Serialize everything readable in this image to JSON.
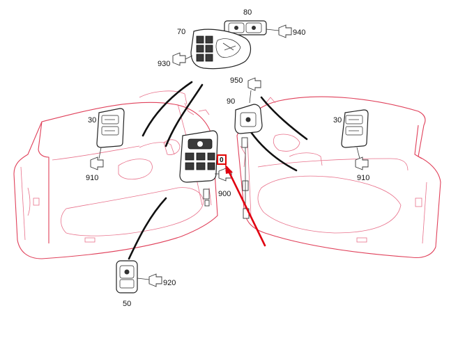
{
  "colors": {
    "door_outline": "#e0405a",
    "highlight": "#e00000",
    "parts": "#222222"
  },
  "callouts": {
    "p30_left": "30",
    "p910_left": "910",
    "p70": "70",
    "p930": "930",
    "p80": "80",
    "p940": "940",
    "p950": "950",
    "p90": "90",
    "p30_right": "30",
    "p910_right": "910",
    "p900": "900",
    "p50": "50",
    "p920": "920",
    "highlight": "0"
  }
}
